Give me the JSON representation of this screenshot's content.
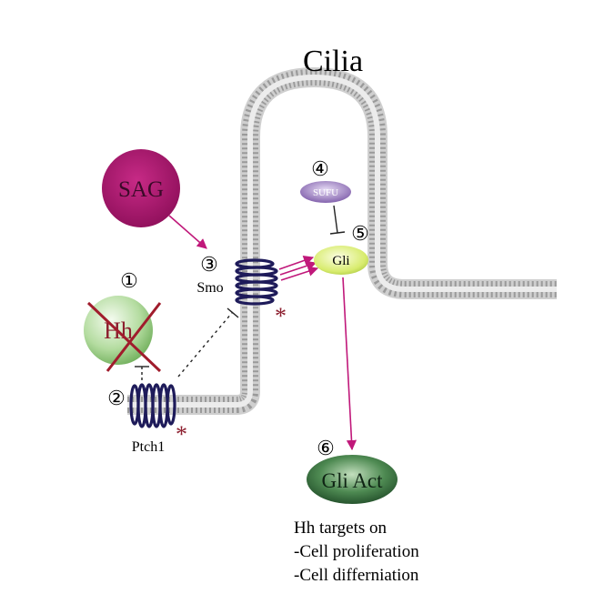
{
  "title": "Cilia",
  "nodes": {
    "sag": "SAG",
    "hh": "Hh",
    "smo": "Smo",
    "ptch1": "Ptch1",
    "sufu": "SUFU",
    "gli": "Gli",
    "gli_act": "Gli Act"
  },
  "steps": [
    "①",
    "②",
    "③",
    "④",
    "⑤",
    "⑥"
  ],
  "outcome": {
    "line1": "Hh targets on",
    "line2": "-Cell proliferation",
    "line3": "-Cell differniation"
  },
  "marks": {
    "asterisk": "*"
  },
  "colors": {
    "membrane": "#b8b8b8",
    "receptor": "#1e1b5a",
    "magenta": "#c0187a",
    "dark_red": "#8c1e2e"
  }
}
